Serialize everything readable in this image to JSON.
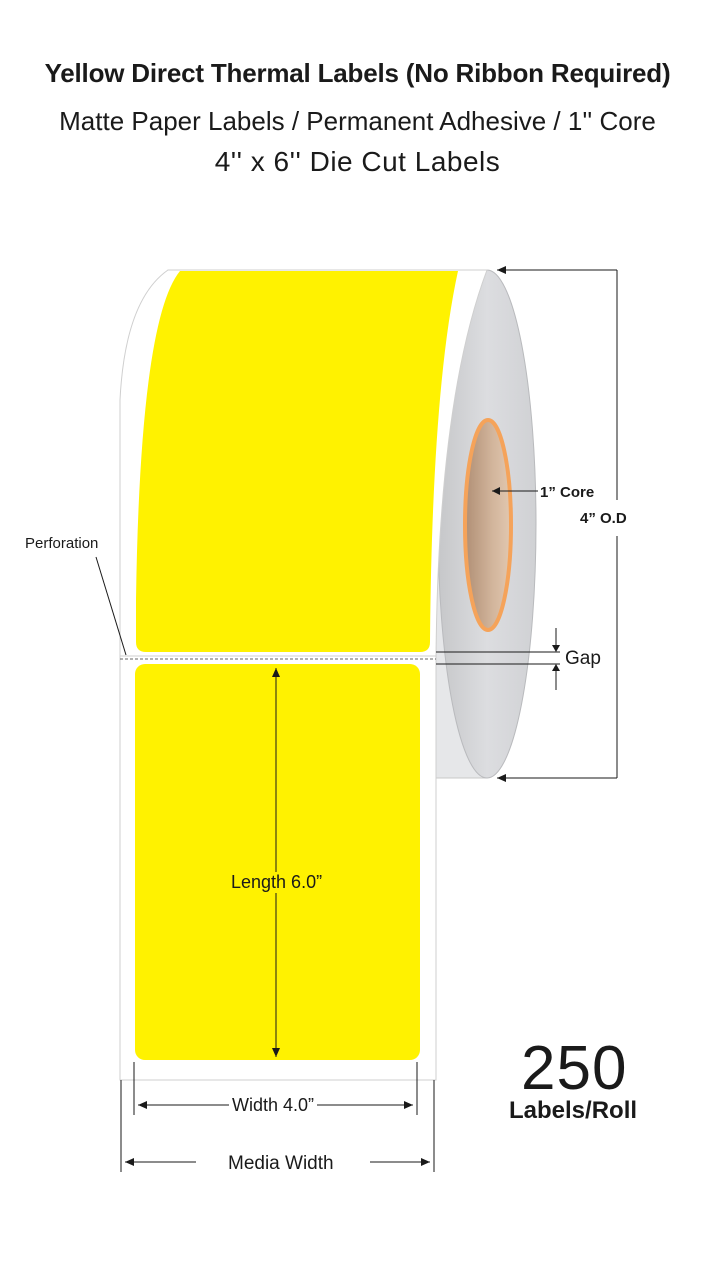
{
  "header": {
    "title": "Yellow Direct Thermal Labels (No Ribbon Required)",
    "subtitle": "Matte Paper Labels / Permanent Adhesive / 1'' Core",
    "size_line": "4'' x 6'' Die Cut Labels"
  },
  "annotations": {
    "perforation": "Perforation",
    "core": "1” Core",
    "outer_diameter": "4” O.D",
    "gap": "Gap",
    "length": "Length 6.0”",
    "width": "Width 4.0”",
    "media_width": "Media Width"
  },
  "roll_count": {
    "number": "250",
    "unit": "Labels/Roll"
  },
  "colors": {
    "label_yellow": "#fff200",
    "core_orange": "#f5a35a",
    "roll_gray": "#d3d4d6",
    "liner_white": "#ffffff",
    "line_dark": "#1a1a1a"
  }
}
